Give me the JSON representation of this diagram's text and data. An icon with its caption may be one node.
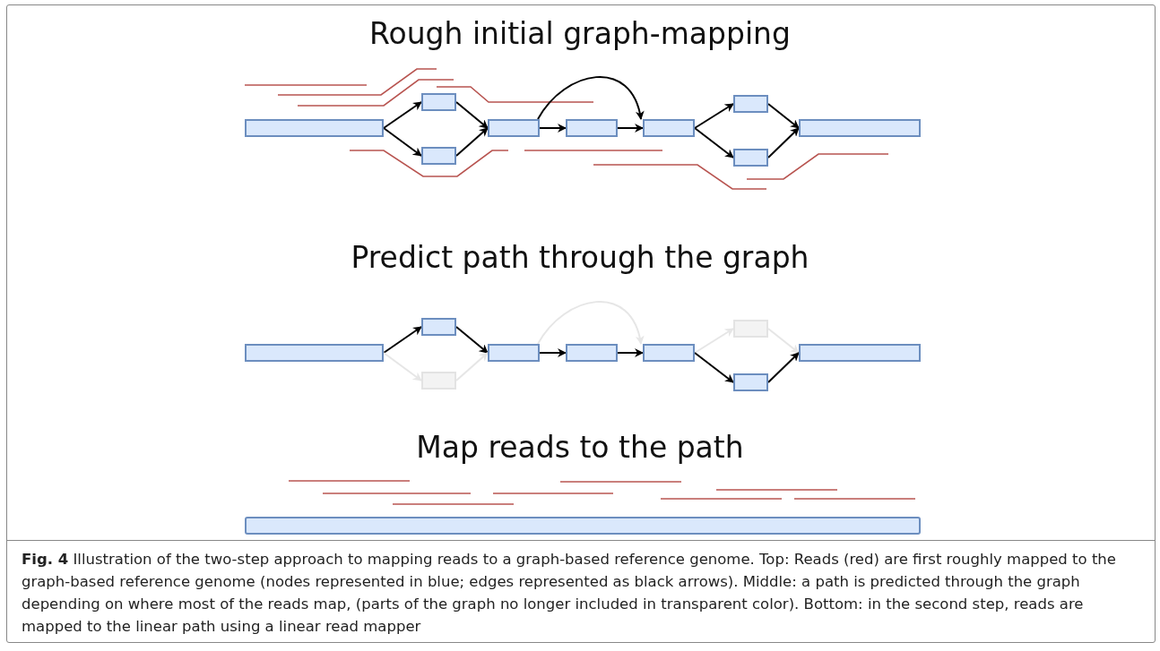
{
  "diagram": {
    "caption": "**Fig. 4** Illustration of the two-step approach to mapping reads to a graph-based reference genome. Top: Reads (red) are first roughly mapped to the graph-based reference genome (nodes represented in blue; edges represented as black arrows). Middle: a path is predicted through the graph depending on where most of the reads map, (parts of the graph no longer included in transparent color). Bottom: in the second step, reads are mapped to the linear path using a linear read mapper",
    "nodes": [
      {
        "text": [],
        "shape": "box"
      },
      {
        "text": [],
        "shape": "box"
      },
      {
        "text": [],
        "shape": "box"
      },
      {
        "text": [],
        "shape": "box"
      },
      {
        "text": [],
        "shape": "box"
      },
      {
        "text": [],
        "shape": "box"
      },
      {
        "text": [],
        "shape": "box"
      },
      {
        "text": [],
        "shape": "box"
      },
      {
        "text": [],
        "shape": "box"
      },
      {
        "text": [],
        "shape": "box"
      },
      {
        "text": [],
        "shape": "box"
      },
      {
        "text": [],
        "shape": "box"
      },
      {
        "text": [],
        "shape": "box"
      },
      {
        "text": [],
        "shape": "box"
      },
      {
        "text": [],
        "shape": "box"
      },
      {
        "text": [],
        "shape": "box"
      },
      {
        "text": [],
        "shape": "box"
      },
      {
        "text": [],
        "shape": "box"
      },
      {
        "text": [],
        "shape": "bar"
      }
    ],
    "edges": [
      {
        "from": 0,
        "to": 1,
        "arrow": "to"
      },
      {
        "from": 0,
        "to": 2,
        "arrow": "to"
      },
      {
        "from": 1,
        "to": 3,
        "arrow": "to"
      },
      {
        "from": 2,
        "to": 3,
        "arrow": "to"
      },
      {
        "from": 3,
        "to": 4,
        "arrow": "to"
      },
      {
        "from": 3,
        "to": 5,
        "arrow": "to"
      },
      {
        "from": 4,
        "to": 5,
        "arrow": "to"
      },
      {
        "from": 5,
        "to": 6,
        "arrow": "to"
      },
      {
        "from": 5,
        "to": 7,
        "arrow": "to"
      },
      {
        "from": 6,
        "to": 8,
        "arrow": "to"
      },
      {
        "from": 7,
        "to": 8,
        "arrow": "to"
      },
      {
        "from": 9,
        "to": 10,
        "arrow": "to"
      },
      {
        "from": 9,
        "to": 11,
        "arrow": "to",
        "color": "#e6e6e6"
      },
      {
        "from": 10,
        "to": 12,
        "arrow": "to"
      },
      {
        "from": 11,
        "to": 12,
        "arrow": "to",
        "color": "#e6e6e6"
      },
      {
        "from": 12,
        "to": 13,
        "arrow": "to"
      },
      {
        "from": 12,
        "to": 14,
        "arrow": "to",
        "color": "#e6e6e6"
      },
      {
        "from": 13,
        "to": 14,
        "arrow": "to"
      },
      {
        "from": 14,
        "to": 15,
        "arrow": "to",
        "color": "#e6e6e6"
      },
      {
        "from": 14,
        "to": 16,
        "arrow": "to"
      },
      {
        "from": 15,
        "to": 17,
        "arrow": "to",
        "color": "#e6e6e6"
      },
      {
        "from": 16,
        "to": 17,
        "arrow": "to"
      }
    ],
    "labels": [
      "Rough initial graph-mapping",
      "Predict path through the graph",
      "Map reads to the path"
    ]
  }
}
